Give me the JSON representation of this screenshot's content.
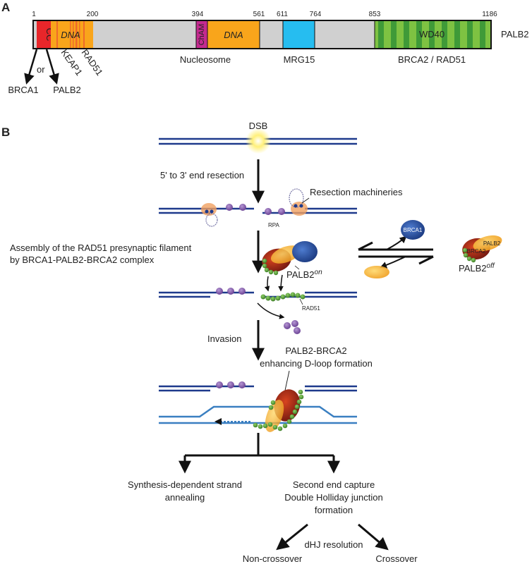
{
  "panel_a": {
    "letter": "A",
    "protein_name": "PALB2",
    "positions": {
      "p1": "1",
      "p200": "200",
      "p394": "394",
      "p561": "561",
      "p611": "611",
      "p764": "764",
      "p853": "853",
      "p1186": "1186"
    },
    "domains": {
      "cc": "CC",
      "dna1": "DNA",
      "cham": "ChAM",
      "dna2": "DNA",
      "wd40": "WD40"
    },
    "partners": {
      "keap1": "KEAP1",
      "rad51": "RAD51",
      "nucleosome": "Nucleosome",
      "mrg15": "MRG15",
      "brca2_rad51": "BRCA2 / RAD51",
      "brca1": "BRCA1",
      "or": "or",
      "palb2": "PALB2"
    },
    "colors": {
      "cc": "#e8262a",
      "dna": "#f9a51b",
      "cham": "#c42a8f",
      "mrg15": "#26bdf0",
      "wd40_light": "#7ec242",
      "wd40_dark": "#3f9a38",
      "backbone": "#d0d0d0"
    }
  },
  "panel_b": {
    "letter": "B",
    "dsb": "DSB",
    "step1": "5' to 3' end resection",
    "resection_machineries": "Resection machineries",
    "rpa": "RPA",
    "assembly_line1": "Assembly of the RAD51 presynaptic filament",
    "assembly_line2": "by BRCA1-PALB2-BRCA2 complex",
    "palb2_on": "PALB2",
    "on": "on",
    "palb2_off": "PALB2",
    "off": "off",
    "brca1_small": "BRCA1",
    "palb2_small": "PALB2",
    "brca2_small": "BRCA2",
    "rad51_small": "RAD51",
    "invasion": "Invasion",
    "dloop_line1": "PALB2-BRCA2",
    "dloop_line2": "enhancing D-loop formation",
    "sdsa_line1": "Synthesis-dependent strand",
    "sdsa_line2": "annealing",
    "sec_line1": "Second end capture",
    "sec_line2": "Double Holliday junction",
    "sec_line3": "formation",
    "dhj": "dHJ resolution",
    "noncrossover": "Non-crossover",
    "crossover": "Crossover",
    "colors": {
      "dna_dark": "#1e3a8c",
      "dna_light": "#3a7fc1",
      "rpa": "#8a5fb0",
      "rad51": "#5aa83a",
      "brca2": "#b0251a",
      "palb2": "#f5b72f",
      "brca1": "#2a5ba8"
    }
  }
}
